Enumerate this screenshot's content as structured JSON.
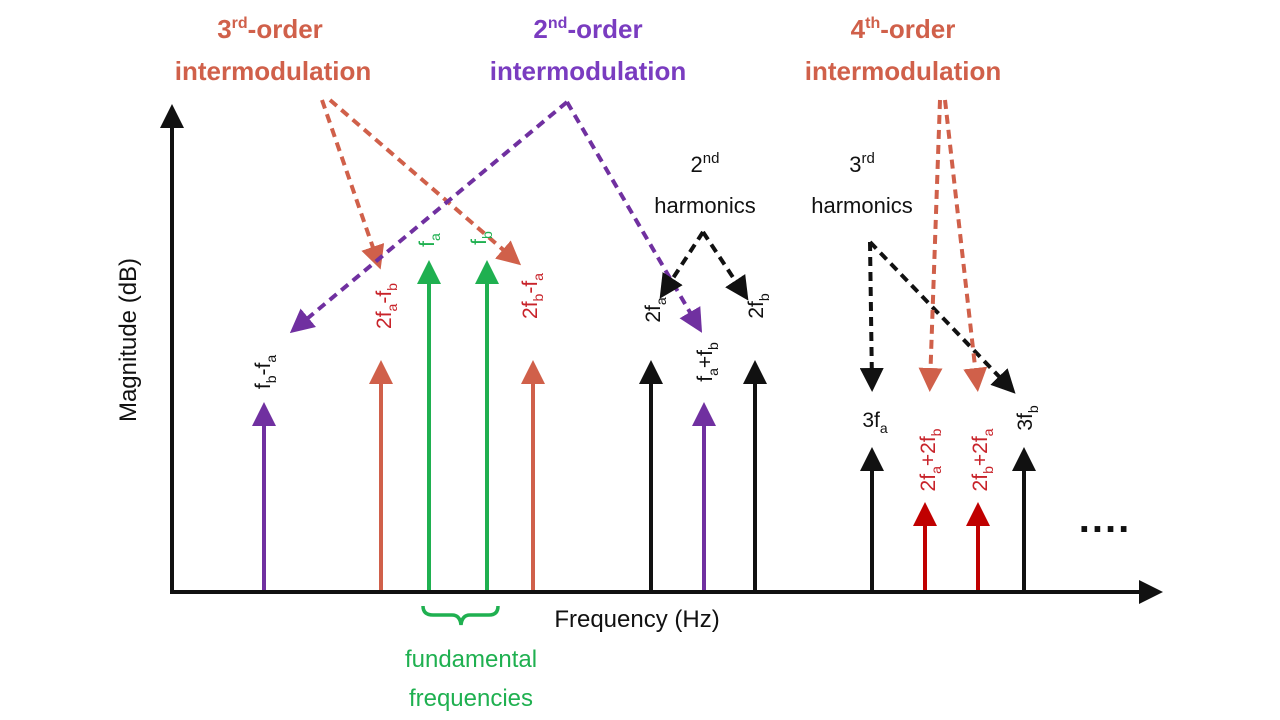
{
  "colors": {
    "red": "#d0604a",
    "red_text": "#c8232a",
    "purple": "#7030a0",
    "green": "#1fb050",
    "black": "#111111",
    "bright_red": "#c00000"
  },
  "titles": {
    "third": {
      "base": "3",
      "sup": "rd",
      "rest": "-order",
      "line2": "intermodulation"
    },
    "second": {
      "base": "2",
      "sup": "nd",
      "rest": "-order",
      "line2": "intermodulation"
    },
    "fourth": {
      "base": "4",
      "sup": "th",
      "rest": "-order",
      "line2": "intermodulation"
    }
  },
  "harmonics": {
    "second": {
      "base": "2",
      "sup": "nd",
      "line2": "harmonics"
    },
    "third": {
      "base": "3",
      "sup": "rd",
      "line2": "harmonics"
    }
  },
  "axes": {
    "y_label": "Magnitude (dB)",
    "x_label": "Frequency (Hz)"
  },
  "fundamental": {
    "line1": "fundamental",
    "line2": "frequencies"
  },
  "ellipsis": "....",
  "spikes": [
    {
      "id": "fb-fa",
      "parts": [
        [
          "f",
          "b"
        ],
        [
          "-f",
          "a"
        ]
      ]
    },
    {
      "id": "2fa-fb",
      "parts": [
        [
          "2f",
          "a"
        ],
        [
          "-f",
          "b"
        ]
      ]
    },
    {
      "id": "fa",
      "parts": [
        [
          "f",
          "a"
        ]
      ]
    },
    {
      "id": "fb",
      "parts": [
        [
          "f",
          "b"
        ]
      ]
    },
    {
      "id": "2fb-fa",
      "parts": [
        [
          "2f",
          "b"
        ],
        [
          "-f",
          "a"
        ]
      ]
    },
    {
      "id": "2fa",
      "parts": [
        [
          "2f",
          "a"
        ]
      ]
    },
    {
      "id": "fa+fb",
      "parts": [
        [
          "f",
          "a"
        ],
        [
          "+f",
          "b"
        ]
      ]
    },
    {
      "id": "2fb",
      "parts": [
        [
          "2f",
          "b"
        ]
      ]
    },
    {
      "id": "3fa",
      "parts": [
        [
          "3f",
          "a"
        ]
      ]
    },
    {
      "id": "2fa+2fb",
      "parts": [
        [
          "2f",
          "a"
        ],
        [
          "+2f",
          "b"
        ]
      ]
    },
    {
      "id": "2fb+2fa",
      "parts": [
        [
          "2f",
          "b"
        ],
        [
          "+2f",
          "a"
        ]
      ]
    },
    {
      "id": "3fb",
      "parts": [
        [
          "3f",
          "b"
        ]
      ]
    }
  ]
}
